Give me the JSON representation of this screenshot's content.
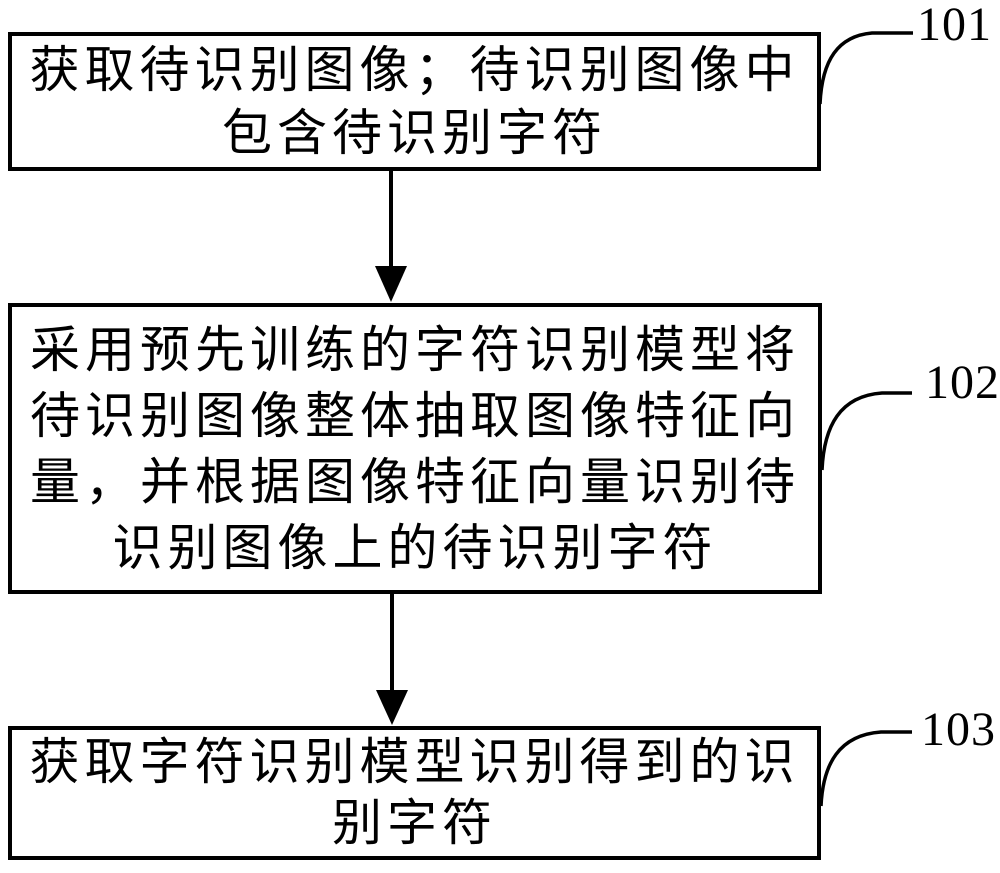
{
  "diagram": {
    "title": "character-recognition flowchart (patent figure)",
    "colors": {
      "stroke": "#000000",
      "background": "#ffffff"
    },
    "boxes": [
      {
        "ref_label": "101",
        "lines": [
          "获取待识别图像；待识别图像中",
          "包含待识别字符"
        ]
      },
      {
        "ref_label": "102",
        "lines": [
          "采用预先训练的字符识别模型将",
          "待识别图像整体抽取图像特征向",
          "量，并根据图像特征向量识别待",
          "识别图像上的待识别字符"
        ]
      },
      {
        "ref_label": "103",
        "lines": [
          "获取字符识别模型识别得到的识",
          "别字符"
        ]
      }
    ],
    "connectors": [
      {
        "from": "101",
        "to": "102",
        "type": "arrow-down"
      },
      {
        "from": "102",
        "to": "103",
        "type": "arrow-down"
      }
    ]
  }
}
